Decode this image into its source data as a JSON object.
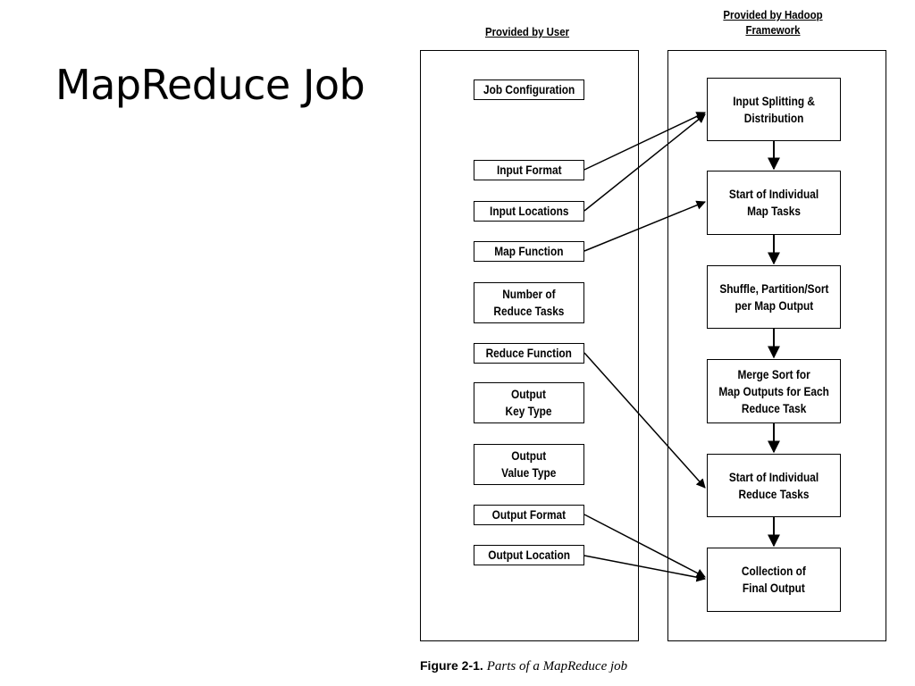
{
  "slide": {
    "title": "MapReduce Job"
  },
  "diagram": {
    "user_header": "Provided by User",
    "hadoop_header": "Provided by Hadoop\nFramework",
    "user_items": [
      "Job Configuration",
      "Input Format",
      "Input Locations",
      "Map Function",
      "Number of\nReduce Tasks",
      "Reduce Function",
      "Output\nKey Type",
      "Output\nValue Type",
      "Output Format",
      "Output Location"
    ],
    "framework_steps": [
      "Input Splitting &\nDistribution",
      "Start of Individual\nMap Tasks",
      "Shuffle, Partition/Sort\nper Map Output",
      "Merge Sort for\nMap Outputs for Each\nReduce Task",
      "Start of Individual\nReduce Tasks",
      "Collection of\nFinal Output"
    ],
    "connections": [
      {
        "from": "Input Format",
        "to": "Input Splitting & Distribution"
      },
      {
        "from": "Input Locations",
        "to": "Input Splitting & Distribution"
      },
      {
        "from": "Map Function",
        "to": "Start of Individual Map Tasks"
      },
      {
        "from": "Reduce Function",
        "to": "Start of Individual Reduce Tasks"
      },
      {
        "from": "Output Format",
        "to": "Collection of Final Output"
      },
      {
        "from": "Output Location",
        "to": "Collection of Final Output"
      }
    ]
  },
  "caption": {
    "number": "Figure 2-1.",
    "text": "Parts of a MapReduce job"
  }
}
